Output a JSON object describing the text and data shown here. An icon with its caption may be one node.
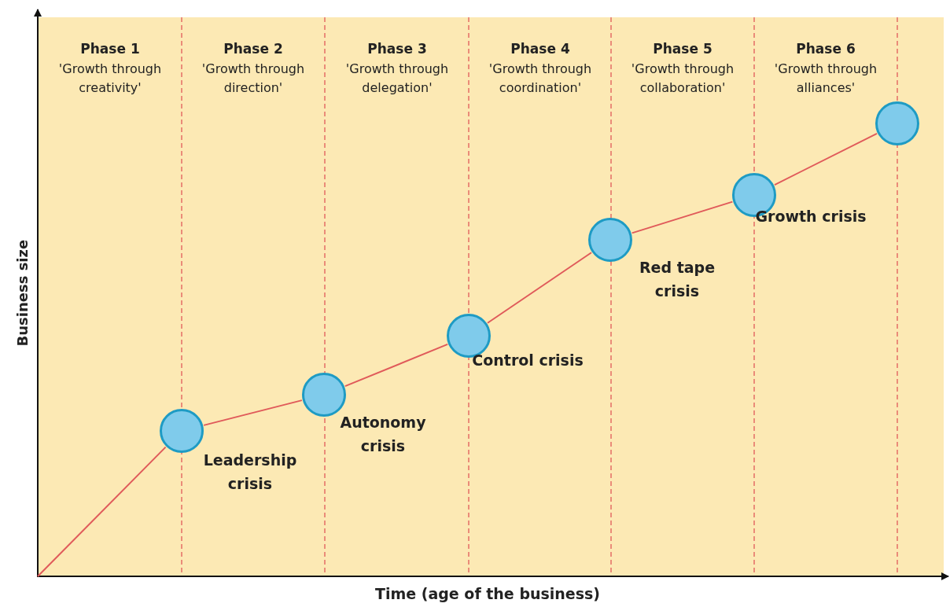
{
  "diagram": {
    "nodes": [
      {
        "text": [],
        "shape": "circle",
        "beside": [
          "Leadership crisis"
        ]
      },
      {
        "text": [],
        "shape": "circle",
        "beside": [
          "Autonomy crisis"
        ]
      },
      {
        "text": [],
        "shape": "circle",
        "beside": [
          "Control crisis"
        ]
      },
      {
        "text": [],
        "shape": "circle",
        "beside": [
          "Red tape crisis"
        ]
      },
      {
        "text": [],
        "shape": "circle",
        "beside": [
          "Growth crisis"
        ]
      },
      {
        "text": [],
        "shape": "circle"
      }
    ],
    "edges": [
      {
        "from": null,
        "to": 0,
        "arrow": "none"
      },
      {
        "from": 0,
        "to": 1,
        "arrow": "none"
      },
      {
        "from": 1,
        "to": 2,
        "arrow": "none"
      },
      {
        "from": 2,
        "to": 3,
        "arrow": "none"
      },
      {
        "from": 3,
        "to": 4,
        "arrow": "none"
      },
      {
        "from": 4,
        "to": 5,
        "arrow": "none"
      }
    ],
    "labels": [
      "Phase 1",
      "'Growth through creativity'",
      "Phase 2",
      "'Growth through direction'",
      "Phase 3",
      "'Growth through delegation'",
      "Phase 4",
      "'Growth through coordination'",
      "Phase 5",
      "'Growth through collaboration'",
      "Phase 6",
      "'Growth through alliances'",
      "Business size",
      "Time (age of the business)"
    ]
  }
}
